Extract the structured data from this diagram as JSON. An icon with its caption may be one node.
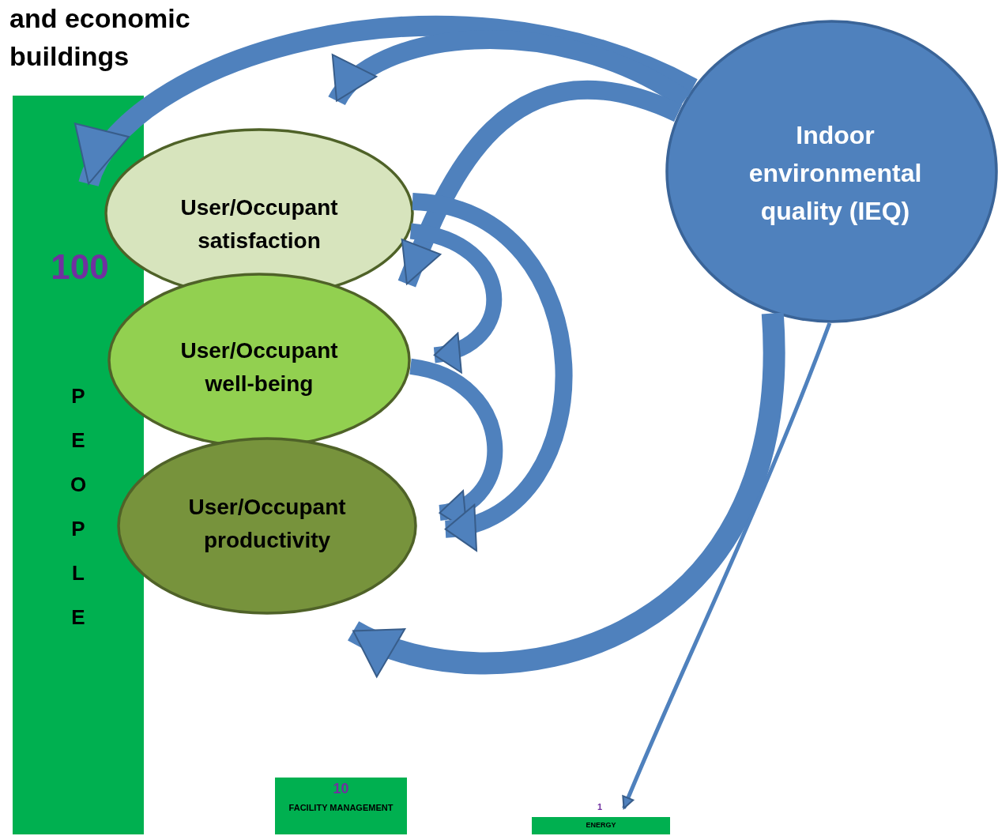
{
  "diagram": {
    "nodes": [
      {
        "text": [
          "100",
          "PEOPLE"
        ]
      },
      {
        "text": [
          "User/Occupant satisfaction"
        ]
      },
      {
        "text": [
          "User/Occupant well-being"
        ]
      },
      {
        "text": [
          "User/Occupant productivity"
        ]
      },
      {
        "text": [
          "Indoor environmental quality (IEQ)"
        ]
      },
      {
        "text": [
          "10",
          "FACILITY MANAGEMENT"
        ]
      },
      {
        "text": [
          "ENERGY"
        ],
        "beside": [
          "1"
        ]
      }
    ],
    "edges": [
      {
        "from": 4,
        "to": 0,
        "arrow": "to"
      },
      {
        "from": 4,
        "to": 1,
        "arrow": "to"
      },
      {
        "from": 4,
        "to": 2,
        "arrow": "to"
      },
      {
        "from": 4,
        "to": 3,
        "arrow": "to"
      },
      {
        "from": 4,
        "to": 6,
        "arrow": "to"
      },
      {
        "from": 1,
        "to": 2,
        "arrow": "to"
      },
      {
        "from": 2,
        "to": 3,
        "arrow": "to"
      },
      {
        "from": 1,
        "to": 3,
        "arrow": "to"
      }
    ],
    "labels": [
      "and economic",
      "buildings"
    ]
  }
}
